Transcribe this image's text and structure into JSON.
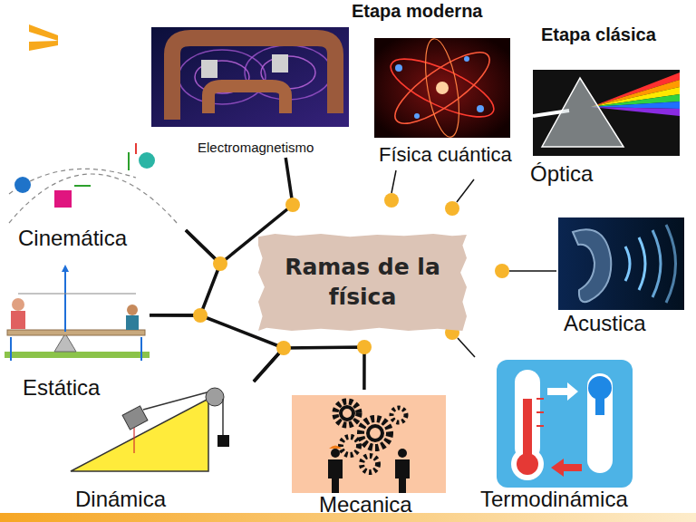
{
  "diagram": {
    "nodes": [
      {
        "text": [
          "Ramas de la física"
        ]
      },
      {
        "text": [
          "Electromagnetismo"
        ]
      },
      {
        "text": [
          "Física cuántica"
        ]
      },
      {
        "text": [
          "Óptica"
        ]
      },
      {
        "text": [
          "Acustica"
        ]
      },
      {
        "text": [
          "Termodinámica"
        ]
      },
      {
        "text": [
          "Mecanica"
        ]
      },
      {
        "text": [
          "Dinámica"
        ]
      },
      {
        "text": [
          "Estática"
        ]
      },
      {
        "text": [
          "Cinemática"
        ]
      }
    ],
    "edges": [
      {
        "from": 1,
        "to": 9,
        "arrow": "none"
      },
      {
        "from": 9,
        "to": 8,
        "arrow": "none"
      },
      {
        "from": 8,
        "to": 7,
        "arrow": "none"
      },
      {
        "from": 7,
        "to": 6,
        "arrow": "none"
      }
    ],
    "labels": [
      "Etapa moderna",
      "Etapa clásica"
    ]
  }
}
